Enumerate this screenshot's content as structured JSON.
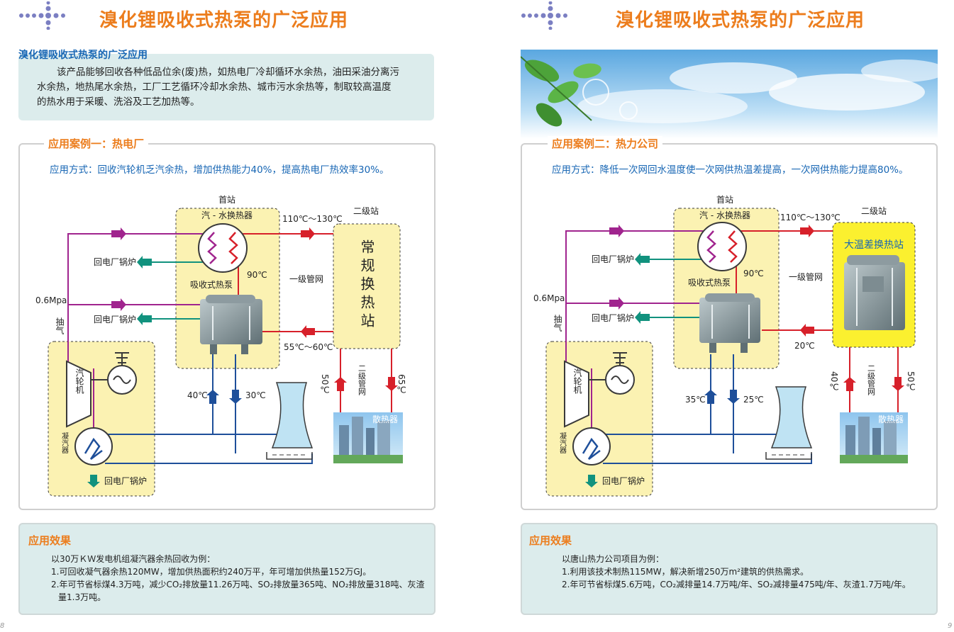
{
  "left": {
    "title": "溴化锂吸收式热泵的广泛应用",
    "intro_heading": "溴化锂吸收式热泵的广泛应用",
    "intro_text_1": "该产品能够回收各种低品位余(废)热，如热电厂冷却循环水余热，油田采油分离污",
    "intro_text_2": "水余热，地热尾水余热，工厂工艺循环冷却水余热、城市污水余热等，制取较高温度",
    "intro_text_3": "的热水用于采暖、洗浴及工艺加热等。",
    "case_heading": "应用案例一：热电厂",
    "method": "应用方式：回收汽轮机乏汽余热，增加供热能力40%，提高热电厂热效率30%。",
    "diagram": {
      "first_station": "首站",
      "second_station": "二级站",
      "exchanger": "汽 - 水换热器",
      "heat_pump": "吸收式热泵",
      "supply_temp": "110℃～130℃",
      "return_temp": "55℃～60℃",
      "mid_temp": "90℃",
      "primary_network": "一级管网",
      "secondary_network": "二级管网",
      "return_boiler_1": "回电厂锅炉",
      "return_boiler_2": "回电厂锅炉",
      "return_boiler_3": "回电厂锅炉",
      "pressure": "0.6Mpa",
      "extraction": "抽气",
      "turbine": "汽轮机",
      "condenser": "凝汽器",
      "cool_in": "40℃",
      "cool_out": "30℃",
      "sec_left": "50℃",
      "sec_right": "65℃",
      "station_name": "常规换热站",
      "radiator": "散热器"
    },
    "effect_heading": "应用效果",
    "effect_lines": [
      "以30万ＫＷ发电机组凝汽器余热回收为例：",
      "1.可回收凝气器余热120MW，增加供热面积约240万平，年可增加供热量152万GJ。",
      "2.年可节省标煤4.3万吨，减少CO₂排放量11.26万吨、SO₂排放量365吨、NO₂排放量318吨、灰渣",
      "量1.3万吨。"
    ],
    "page_number": "8"
  },
  "right": {
    "title": "溴化锂吸收式热泵的广泛应用",
    "case_heading": "应用案例二：热力公司",
    "method": "应用方式：降低一次网回水温度使一次网供热温差提高，一次网供热能力提高80%。",
    "diagram": {
      "first_station": "首站",
      "second_station": "二级站",
      "exchanger": "汽 - 水换热器",
      "heat_pump": "吸收式热泵",
      "supply_temp": "110℃～130℃",
      "return_temp": "20℃",
      "mid_temp": "90℃",
      "primary_network": "一级管网",
      "secondary_network": "二级管网",
      "return_boiler_1": "回电厂锅炉",
      "return_boiler_2": "回电厂锅炉",
      "return_boiler_3": "回电厂锅炉",
      "pressure": "0.6Mpa",
      "extraction": "抽气",
      "turbine": "汽轮机",
      "condenser": "凝汽器",
      "cool_in": "35℃",
      "cool_out": "25℃",
      "sec_left": "40℃",
      "sec_right": "50℃",
      "station_name": "大温差换热站",
      "radiator": "散热器"
    },
    "effect_heading": "应用效果",
    "effect_lines": [
      "以唐山热力公司项目为例：",
      "1.利用该技术制热115MW，解决新增250万m²建筑的供热需求。",
      "2.年可节省标煤5.6万吨，CO₂减排量14.7万吨/年、SO₂减排量475吨/年、灰渣1.7万吨/年。"
    ],
    "page_number": "9"
  },
  "colors": {
    "title_orange": "#ec7d1d",
    "heading_blue": "#1766b4",
    "panel_teal": "#dcecec",
    "station_yellow": "#fbf2b2",
    "pipe_purple": "#a0248e",
    "pipe_red": "#d7202a",
    "pipe_blue": "#1e4f9a",
    "pipe_teal": "#11927e"
  }
}
